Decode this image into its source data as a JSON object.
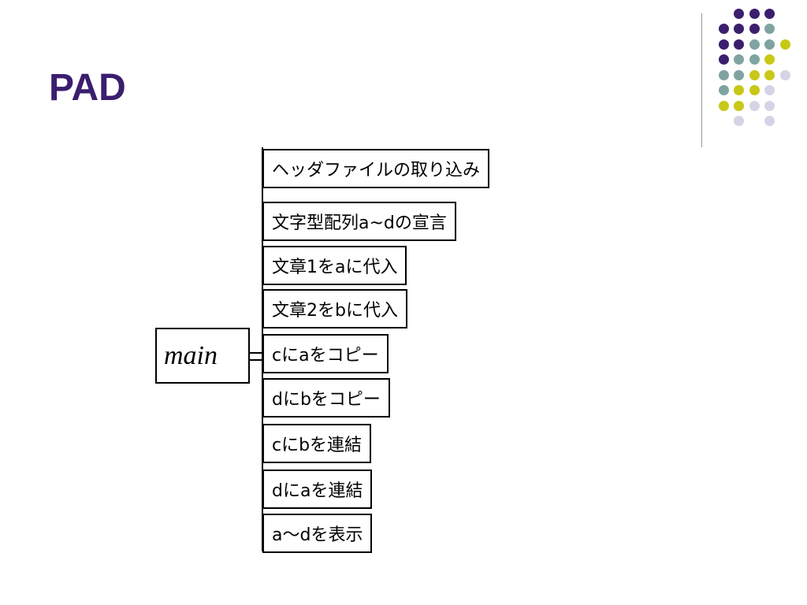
{
  "slide": {
    "title": "PAD"
  },
  "decoration": {
    "colors": {
      "purple": "#3b1e6e",
      "teal": "#7fa3a1",
      "yellow": "#c8c817",
      "lavender": "#d6d3e6"
    }
  },
  "diagram": {
    "main_label": "main",
    "steps": [
      "ヘッダファイルの取り込み",
      "文字型配列a~dの宣言",
      "文章1をaに代入",
      "文章2をbに代入",
      "cにaをコピー",
      "dにbをコピー",
      "cにbを連結",
      "dにaを連結",
      "a〜dを表示"
    ]
  }
}
